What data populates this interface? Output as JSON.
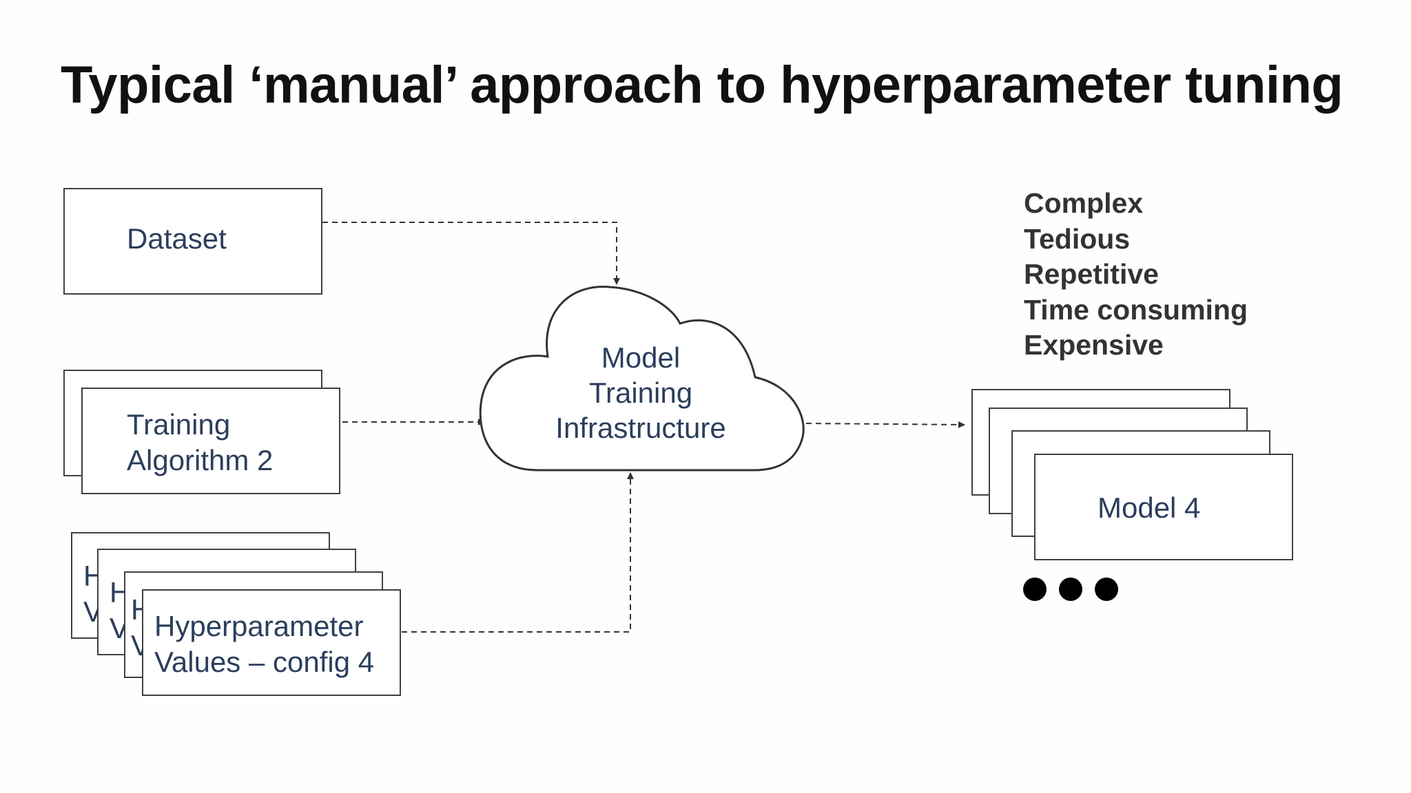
{
  "title": "Typical ‘manual’ approach to hyperparameter tuning",
  "inputs": {
    "dataset": {
      "label": "Dataset"
    },
    "algorithm": {
      "line1": "Training",
      "line2": "Algorithm 2"
    },
    "hyperparameters": {
      "front_line1": "Hyperparameter",
      "front_line2": "Values – config 4",
      "hidden_fragments": [
        {
          "line1": "H",
          "line2": "V"
        },
        {
          "line1": "H",
          "line2": "V"
        },
        {
          "line1": "H",
          "line2": "V"
        }
      ]
    }
  },
  "infrastructure": {
    "line1": "Model",
    "line2": "Training",
    "line3": "Infrastructure"
  },
  "output": {
    "label": "Model 4"
  },
  "drawbacks": [
    "Complex",
    "Tedious",
    "Repetitive",
    "Time consuming",
    "Expensive"
  ],
  "colors": {
    "box_text": "#2c3e5c",
    "border": "#404040",
    "title": "#111111",
    "bullets": "#333333"
  }
}
